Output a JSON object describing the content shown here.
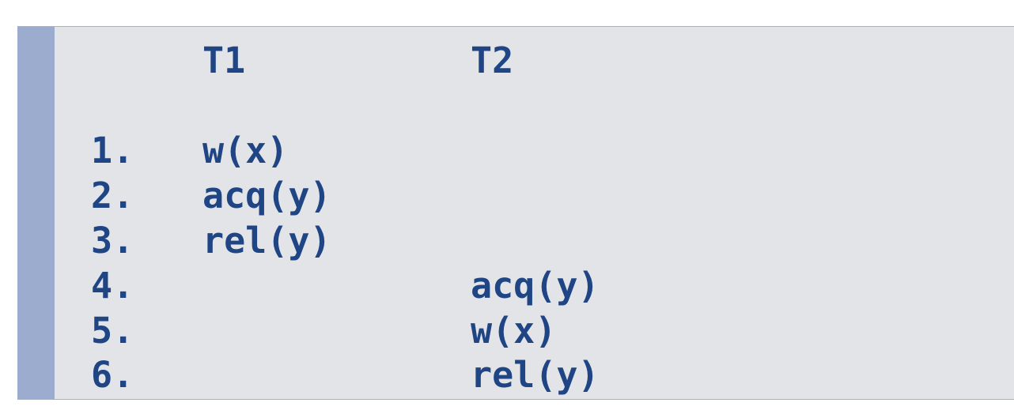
{
  "header": {
    "t1": "T1",
    "t2": "T2"
  },
  "rows": [
    {
      "num": "1.",
      "t1": "w(x)",
      "t2": ""
    },
    {
      "num": "2.",
      "t1": "acq(y)",
      "t2": ""
    },
    {
      "num": "3.",
      "t1": "rel(y)",
      "t2": ""
    },
    {
      "num": "4.",
      "t1": "",
      "t2": "acq(y)"
    },
    {
      "num": "5.",
      "t1": "",
      "t2": "w(x)"
    },
    {
      "num": "6.",
      "t1": "",
      "t2": "rel(y)"
    }
  ],
  "colors": {
    "text": "#1f4585",
    "background": "#e3e4e7",
    "bar": "#9bacce"
  }
}
